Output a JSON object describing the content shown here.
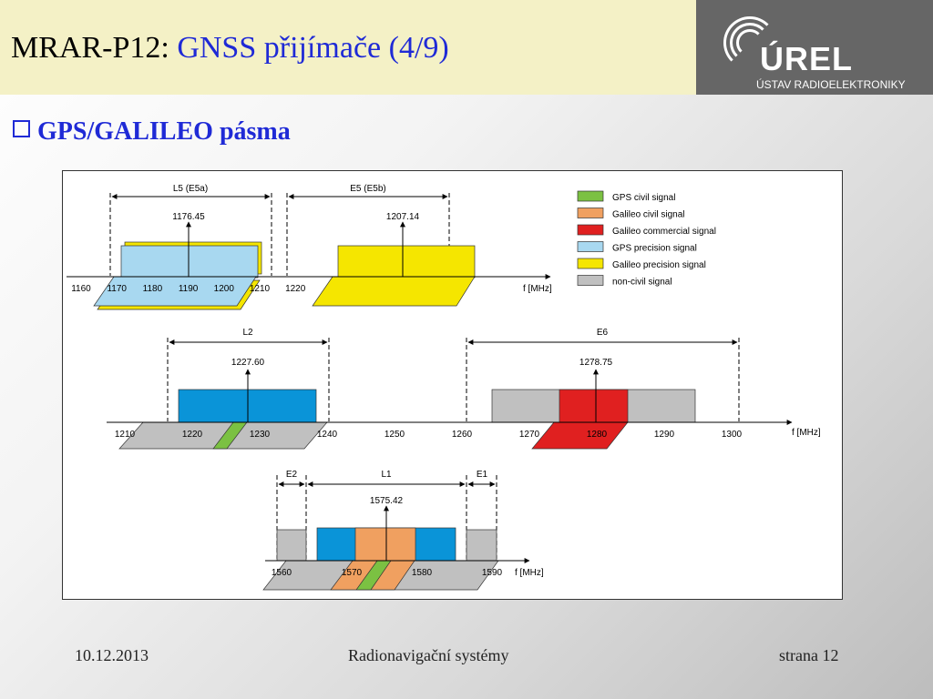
{
  "header": {
    "prefix": "MRAR-P12:",
    "title": "GNSS přijímače (4/9)",
    "logo_name": "ÚREL",
    "logo_sub": "ÚSTAV RADIOELEKTRONIKY"
  },
  "bullet": "GPS/GALILEO pásma",
  "diagram": {
    "unit": "f [MHz]",
    "legend": [
      {
        "label": "GPS civil signal",
        "color": "#7bc142"
      },
      {
        "label": "Galileo civil signal",
        "color": "#f0a060"
      },
      {
        "label": "Galileo commercial signal",
        "color": "#e02020"
      },
      {
        "label": "GPS precision signal",
        "color": "#a8d8f0"
      },
      {
        "label": "Galileo precision signal",
        "color": "#f5e600"
      },
      {
        "label": "non-civil signal",
        "color": "#c0c0c0"
      }
    ],
    "row1": {
      "band_a": "L5 (E5a)",
      "band_b": "E5 (E5b)",
      "freq_a": "1176.45",
      "freq_b": "1207.14",
      "ticks": [
        "1160",
        "1170",
        "1180",
        "1190",
        "1200",
        "1210",
        "1220"
      ]
    },
    "row2": {
      "band_a": "L2",
      "band_b": "E6",
      "freq_a": "1227.60",
      "freq_b": "1278.75",
      "ticks": [
        "1210",
        "1220",
        "1230",
        "1240",
        "1250",
        "1260",
        "1270",
        "1280",
        "1290",
        "1300"
      ]
    },
    "row3": {
      "band_e2": "E2",
      "band_l1": "L1",
      "band_e1": "E1",
      "freq": "1575.42",
      "ticks": [
        "1560",
        "1570",
        "1580",
        "1590"
      ]
    }
  },
  "footer": {
    "date": "10.12.2013",
    "course": "Radionavigační systémy",
    "page": "strana 12"
  }
}
